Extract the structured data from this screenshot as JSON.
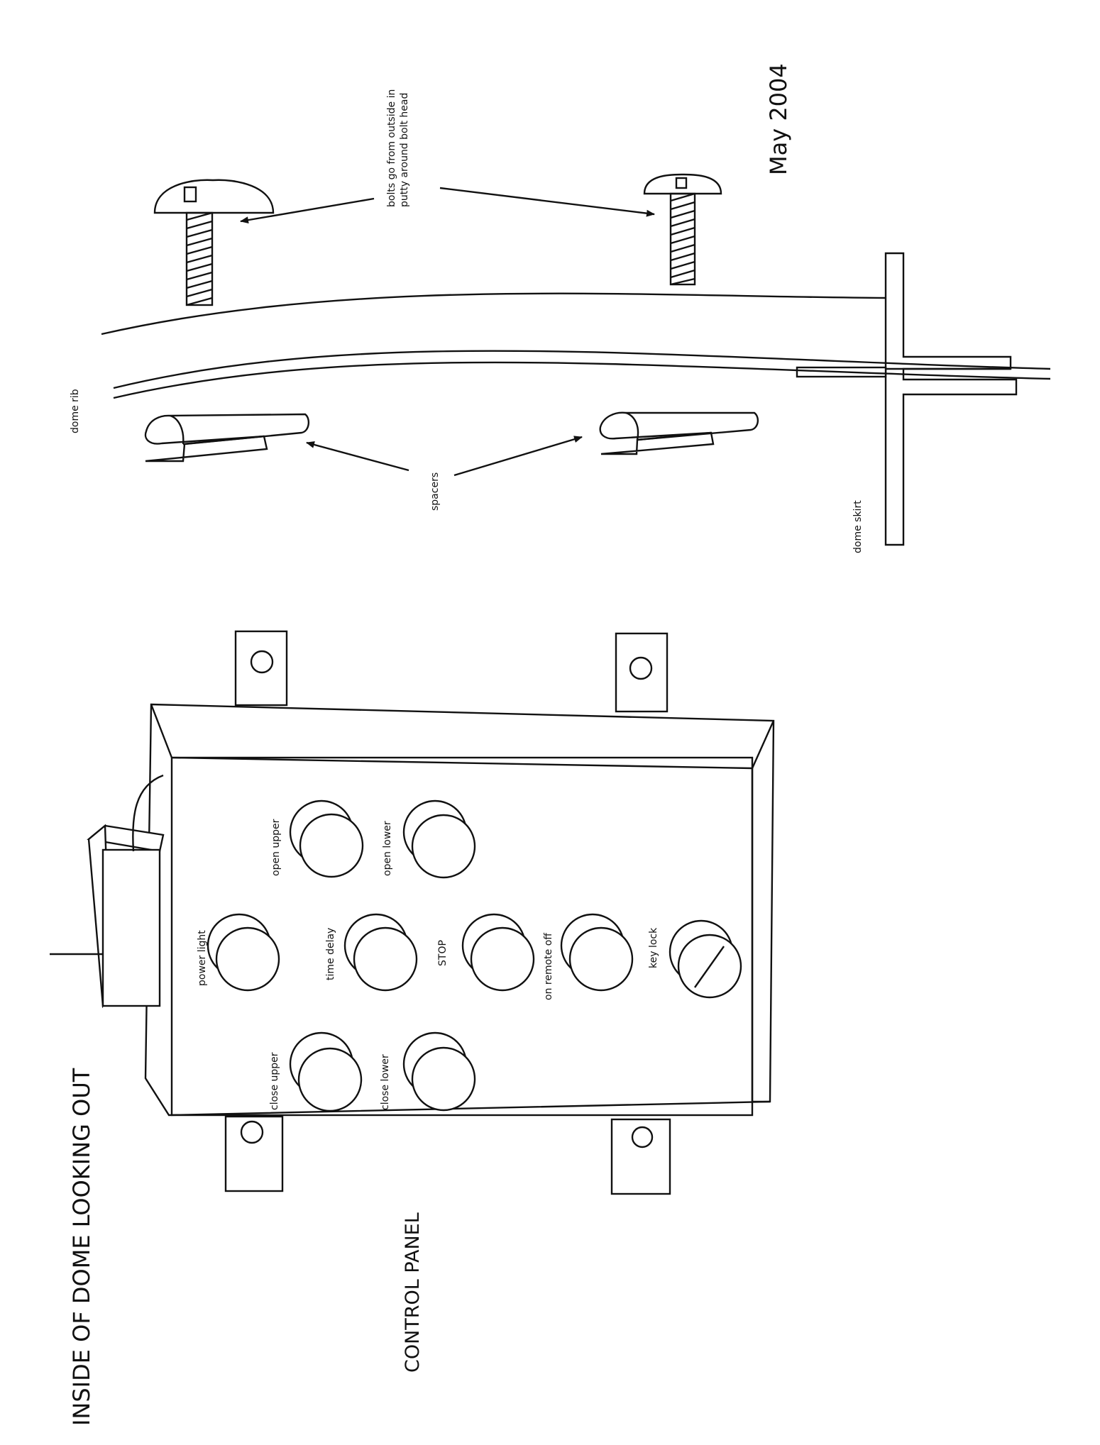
{
  "title": "INSIDE OF DOME LOOKING OUT",
  "date": "May 2004",
  "labels": {
    "control_panel": "CONTROL PANEL",
    "bolts": [
      "bolts go from outside in",
      "putty around bolt head"
    ],
    "dome_rib": "dome rib",
    "spacers": "spacers",
    "dome_skirt": "dome skirt"
  },
  "buttons": {
    "open_upper": "open upper",
    "open_lower": "open lower",
    "power_light": "power light",
    "time_delay": "time delay",
    "stop": "STOP",
    "on_remote_off": "on remote off",
    "key_lock": "key lock",
    "close_upper": "close upper",
    "close_lower": "close lower"
  },
  "colors": {
    "ink": "#111111",
    "paper": "#ffffff"
  }
}
